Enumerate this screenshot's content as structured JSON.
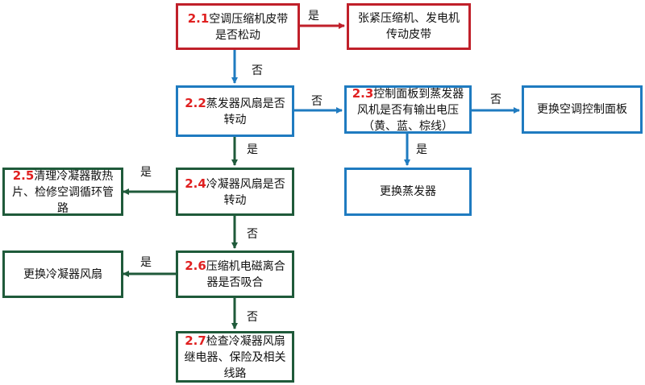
{
  "colors": {
    "red_border": "#c0202a",
    "blue_border": "#1f7bc0",
    "green_border": "#1f5a3a",
    "step_number": "#e02020"
  },
  "nodes": {
    "n2_1": {
      "num": "2.1",
      "text": "空调压缩机皮带是否松动"
    },
    "n_tension": {
      "num": "",
      "text": "张紧压缩机、发电机传动皮带"
    },
    "n2_2": {
      "num": "2.2",
      "text": "蒸发器风扇是否转动"
    },
    "n2_3": {
      "num": "2.3",
      "text": "控制面板到蒸发器风机是否有输出电压（黄、蓝、棕线）"
    },
    "n_panel": {
      "num": "",
      "text": "更换空调控制面板"
    },
    "n_evap": {
      "num": "",
      "text": "更换蒸发器"
    },
    "n2_4": {
      "num": "2.4",
      "text": "冷凝器风扇是否转动"
    },
    "n2_5": {
      "num": "2.5",
      "text": "清理冷凝器散热片、检修空调循环管路"
    },
    "n2_6": {
      "num": "2.6",
      "text": "压缩机电磁离合器是否吸合"
    },
    "n_cfan": {
      "num": "",
      "text": "更换冷凝器风扇"
    },
    "n2_7": {
      "num": "2.7",
      "text": "检查冷凝器风扇继电器、保险及相关线路"
    }
  },
  "labels": {
    "l1": "是",
    "l2": "否",
    "l3": "否",
    "l4": "否",
    "l5": "是",
    "l6": "是",
    "l7": "是",
    "l8": "否",
    "l9": "是",
    "l10": "否"
  }
}
